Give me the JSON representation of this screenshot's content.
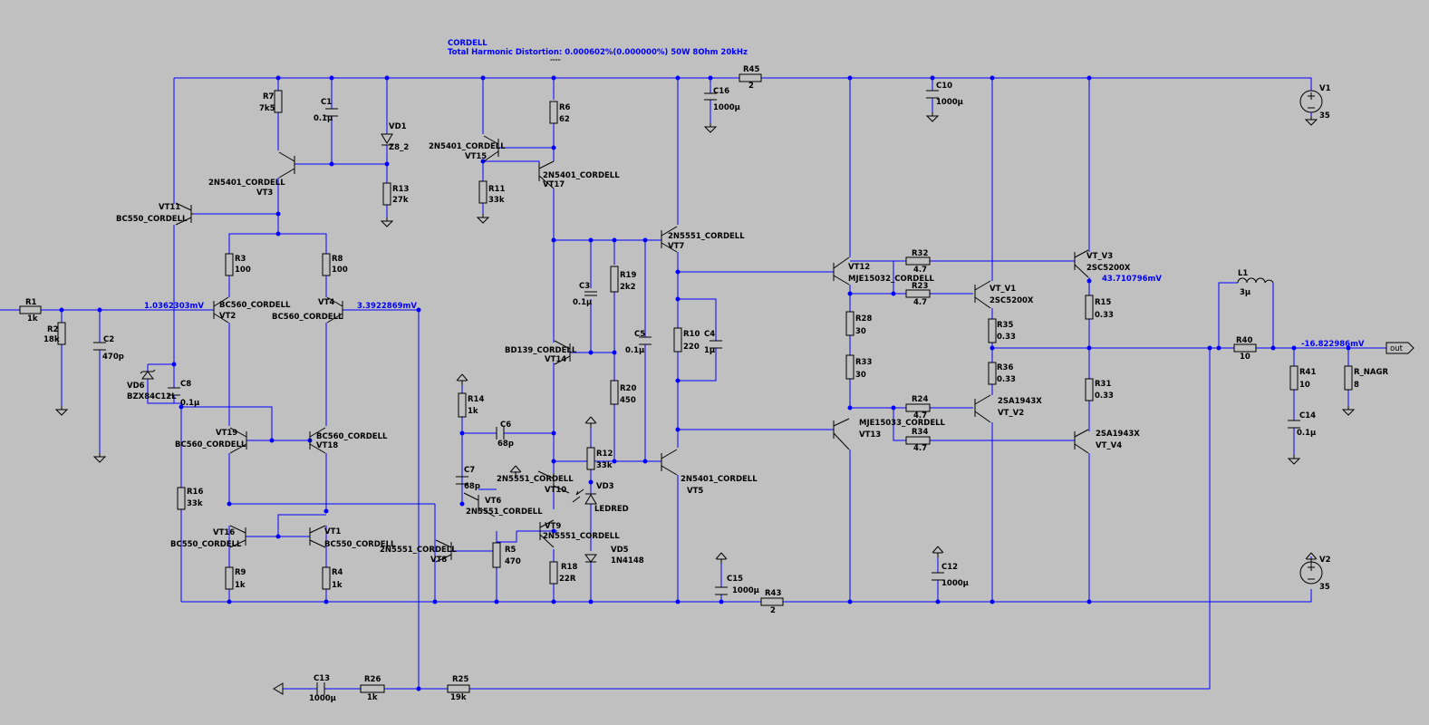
{
  "header": {
    "title": "CORDELL",
    "thd": "Total Harmonic Distortion: 0.000602%(0.000000%) 50W 8Ohm 20kHz",
    "dash": "----"
  },
  "components": {
    "R1": {
      "ref": "R1",
      "value": "1k"
    },
    "R2": {
      "ref": "R2",
      "value": "18k"
    },
    "C2": {
      "ref": "C2",
      "value": "470p"
    },
    "R7": {
      "ref": "R7",
      "value": "7k5"
    },
    "C1": {
      "ref": "C1",
      "value": "0.1µ"
    },
    "VD1": {
      "ref": "VD1",
      "value": "Z8_2"
    },
    "R13": {
      "ref": "R13",
      "value": "27k"
    },
    "VT3": {
      "ref": "VT3",
      "model": "2N5401_CORDELL"
    },
    "VT11": {
      "ref": "VT11",
      "model": "BC550_CORDELL"
    },
    "R3": {
      "ref": "R3",
      "value": "100"
    },
    "R8": {
      "ref": "R8",
      "value": "100"
    },
    "VT2": {
      "ref": "VT2",
      "model": "BC560_CORDELL"
    },
    "VT4": {
      "ref": "VT4",
      "model": "BC560_CORDELL"
    },
    "VD6": {
      "ref": "VD6",
      "value": "BZX84C12L"
    },
    "C8": {
      "ref": "C8",
      "value": "0.1µ"
    },
    "VT19": {
      "ref": "VT19",
      "model": "BC560_CORDELL"
    },
    "VT18": {
      "ref": "VT18",
      "model": "BC560_CORDELL"
    },
    "R16": {
      "ref": "R16",
      "value": "33k"
    },
    "VT16": {
      "ref": "VT16",
      "model": "BC550_CORDELL"
    },
    "VT1": {
      "ref": "VT1",
      "model": "BC550_CORDELL"
    },
    "R9": {
      "ref": "R9",
      "value": "1k"
    },
    "R4": {
      "ref": "R4",
      "value": "1k"
    },
    "VT15": {
      "ref": "VT15",
      "model": "2N5401_CORDELL"
    },
    "R6": {
      "ref": "R6",
      "value": "62"
    },
    "VT17": {
      "ref": "VT17",
      "model": "2N5401_CORDELL"
    },
    "R11": {
      "ref": "R11",
      "value": "33k"
    },
    "C3": {
      "ref": "C3",
      "value": "0.1µ"
    },
    "R19": {
      "ref": "R19",
      "value": "2k2"
    },
    "VT14": {
      "ref": "VT14",
      "model": "BD139_CORDELL"
    },
    "R20": {
      "ref": "R20",
      "value": "450"
    },
    "C5": {
      "ref": "C5",
      "value": "0.1µ"
    },
    "VT7": {
      "ref": "VT7",
      "model": "2N5551_CORDELL"
    },
    "R10": {
      "ref": "R10",
      "value": "220"
    },
    "C4": {
      "ref": "C4",
      "value": "1µ"
    },
    "VT5": {
      "ref": "VT5",
      "model": "2N5401_CORDELL"
    },
    "R14": {
      "ref": "R14",
      "value": "1k"
    },
    "C6": {
      "ref": "C6",
      "value": "68p"
    },
    "C7": {
      "ref": "C7",
      "value": "68p"
    },
    "R12": {
      "ref": "R12",
      "value": "33k"
    },
    "VT10": {
      "ref": "VT10",
      "model": "2N5551_CORDELL"
    },
    "VD3": {
      "ref": "VD3",
      "value": "LEDRED"
    },
    "VT6": {
      "ref": "VT6",
      "model": "2N5551_CORDELL"
    },
    "VT9": {
      "ref": "VT9",
      "model": "2N5551_CORDELL"
    },
    "VT8": {
      "ref": "VT8",
      "model": "2N5551_CORDELL"
    },
    "R5": {
      "ref": "R5",
      "value": "470"
    },
    "R18": {
      "ref": "R18",
      "value": "22R"
    },
    "VD5": {
      "ref": "VD5",
      "value": "1N4148"
    },
    "C16": {
      "ref": "C16",
      "value": "1000µ"
    },
    "R45": {
      "ref": "R45",
      "value": "2"
    },
    "C15": {
      "ref": "C15",
      "value": "1000µ"
    },
    "R43": {
      "ref": "R43",
      "value": "2"
    },
    "C10": {
      "ref": "C10",
      "value": "1000µ"
    },
    "C12": {
      "ref": "C12",
      "value": "1000µ"
    },
    "VT12": {
      "ref": "VT12",
      "model": "MJE15032_CORDELL"
    },
    "VT13": {
      "ref": "VT13",
      "model": "MJE15033_CORDELL"
    },
    "R28": {
      "ref": "R28",
      "value": "30"
    },
    "R33": {
      "ref": "R33",
      "value": "30"
    },
    "R32": {
      "ref": "R32",
      "value": "4.7"
    },
    "R23": {
      "ref": "R23",
      "value": "4.7"
    },
    "R24": {
      "ref": "R24",
      "value": "4.7"
    },
    "R34": {
      "ref": "R34",
      "value": "4.7"
    },
    "VT_V1": {
      "ref": "VT_V1",
      "model": "2SC5200X"
    },
    "VT_V2": {
      "ref": "VT_V2",
      "model": "2SA1943X"
    },
    "R35": {
      "ref": "R35",
      "value": "0.33"
    },
    "R36": {
      "ref": "R36",
      "value": "0.33"
    },
    "VT_V3": {
      "ref": "VT_V3",
      "model": "2SC5200X"
    },
    "VT_V4": {
      "ref": "VT_V4",
      "model": "2SA1943X"
    },
    "R15": {
      "ref": "R15",
      "value": "0.33"
    },
    "R31": {
      "ref": "R31",
      "value": "0.33"
    },
    "V1": {
      "ref": "V1",
      "value": "35"
    },
    "V2": {
      "ref": "V2",
      "value": "35"
    },
    "L1": {
      "ref": "L1",
      "value": "3µ"
    },
    "R40": {
      "ref": "R40",
      "value": "10"
    },
    "R41": {
      "ref": "R41",
      "value": "10"
    },
    "C14": {
      "ref": "C14",
      "value": "0.1µ"
    },
    "R_NAGR": {
      "ref": "R_NAGR",
      "value": "8"
    },
    "C13": {
      "ref": "C13",
      "value": "1000µ"
    },
    "R26": {
      "ref": "R26",
      "value": "1k"
    },
    "R25": {
      "ref": "R25",
      "value": "19k"
    }
  },
  "nets": {
    "in_voltage": "1.0362303mV",
    "fb_voltage": "3.3922869mV",
    "out_stage_voltage": "43.710796mV",
    "output_voltage": "-16.822986mV",
    "out_port": "out"
  },
  "colors": {
    "background": "#c0c0c0",
    "wire": "#0000ff",
    "component": "#000000",
    "label_net": "#0000ff"
  }
}
